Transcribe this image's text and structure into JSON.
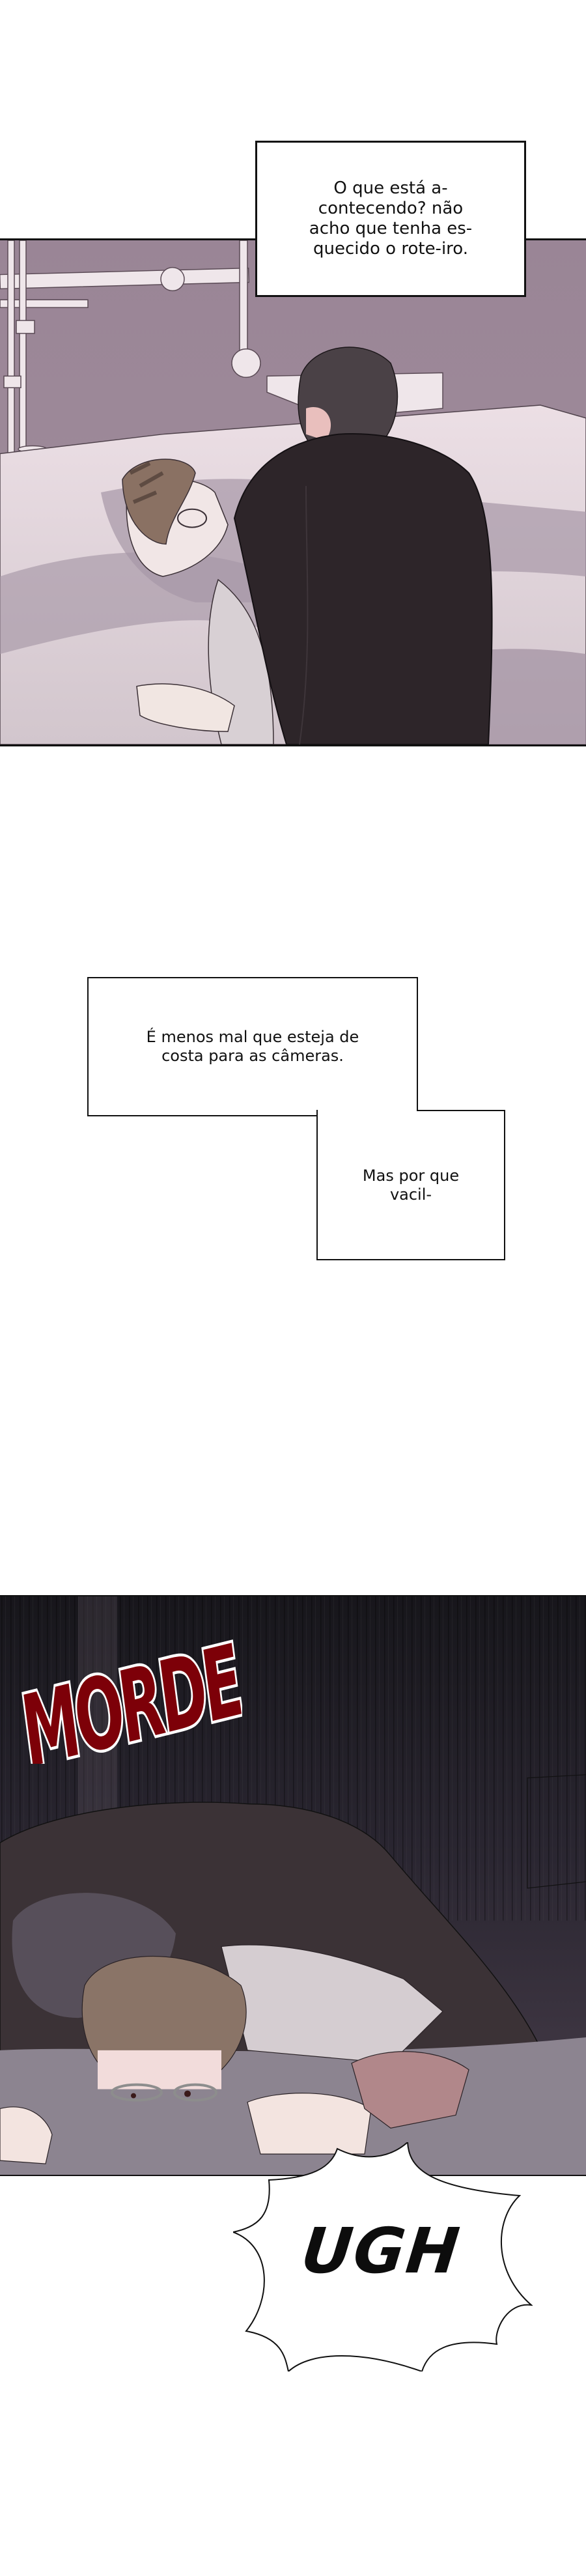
{
  "page": {
    "type": "webtoon-page",
    "language": "pt-BR",
    "background": "#ffffff"
  },
  "panels": [
    {
      "id": "panel-1",
      "description": "Film set mat; brown-haired man with glasses lying on his side while a dark-haired man in black leans over him",
      "colors": {
        "floor": "#9a8596",
        "mat": "#e6d9df",
        "shadow": "#a393a4",
        "shirt_black": "#2c2428",
        "hair_brown": "#7a6558",
        "hair_dark": "#3a3337"
      }
    },
    {
      "id": "panel-2",
      "description": "Dark close-up; man in black leaning over glasses-wearing man gripping the mat, blushing",
      "colors": {
        "bg_dark": "#1f1d24",
        "bg_purple": "#3f3748",
        "sfx_red": "#7d0008",
        "sfx_outline": "#ffffff"
      }
    }
  ],
  "captions": [
    {
      "id": "caption-1",
      "text": "O que está a-contecendo? não acho que tenha es-quecido o rote-iro."
    },
    {
      "id": "caption-2",
      "text": "É menos mal que esteja de costa para as câmeras."
    },
    {
      "id": "caption-3",
      "text": "Mas por que vacil-"
    }
  ],
  "sfx": [
    {
      "id": "sfx-morde",
      "text": "MORDE",
      "color": "#7d0008"
    },
    {
      "id": "sfx-ugh",
      "text": "UGH",
      "color": "#0d0d0d"
    }
  ]
}
